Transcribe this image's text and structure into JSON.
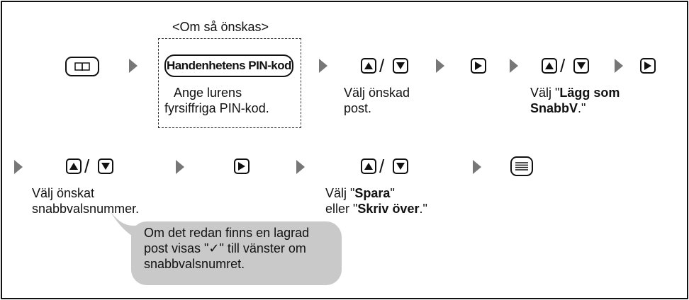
{
  "optional_label": "<Om så önskas>",
  "pin_key_label": "Handenhetens PIN-kod",
  "pin_desc_line1": "Ange lurens",
  "pin_desc_line2": "fyrsiffriga PIN-kod.",
  "select_entry_line1": "Välj önskad",
  "select_entry_line2": "post.",
  "choose_add_prefix": "Välj \"",
  "choose_add_bold1": "Lägg som",
  "choose_add_bold2": "SnabbV",
  "choose_add_suffix": ".\"",
  "select_number_line1": "Välj önskat",
  "select_number_line2": "snabbvalsnummer.",
  "save_prefix": "Välj \"",
  "save_bold": "Spara",
  "save_suffix": "\"",
  "overwrite_prefix": "eller \"",
  "overwrite_bold": "Skriv över",
  "overwrite_suffix": ".\"",
  "note_line1": "Om det redan finns en lagrad",
  "note_line2": "post visas \"✓\" till vänster om",
  "note_line3": "snabbvalsnumret.",
  "slash": "/"
}
